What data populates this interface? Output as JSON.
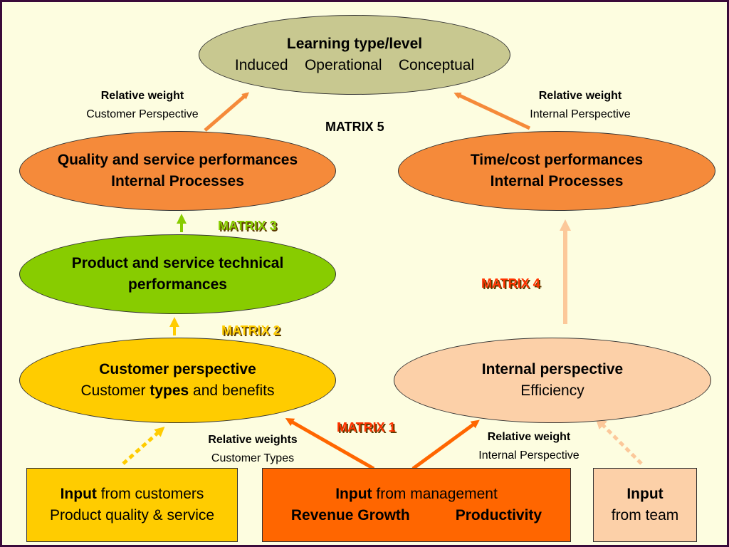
{
  "nodes": {
    "learning": {
      "title": "Learning type/level",
      "items": [
        "Induced",
        "Operational",
        "Conceptual"
      ]
    },
    "quality": {
      "line1": "Quality and service performances",
      "line2": "Internal Processes"
    },
    "timecost": {
      "line1": "Time/cost performances",
      "line2": "Internal Processes"
    },
    "product": {
      "line1": "Product and service technical",
      "line2": "performances"
    },
    "customer": {
      "line1": "Customer perspective",
      "line2_a": "Customer ",
      "line2_b": "types",
      "line2_c": " and benefits"
    },
    "internal": {
      "line1": "Internal perspective",
      "line2": "Efficiency"
    },
    "input_customers": {
      "bold": "Input",
      "rest": " from customers",
      "line2": "Product quality & service"
    },
    "input_management": {
      "bold": "Input",
      "rest": " from management",
      "left": "Revenue Growth",
      "right": "Productivity"
    },
    "input_team": {
      "line1": "Input",
      "line2": "from team"
    }
  },
  "labels": {
    "rw_customer": {
      "title": "Relative weight",
      "sub": "Customer Perspective"
    },
    "rw_internal_top": {
      "title": "Relative weight",
      "sub": "Internal Perspective"
    },
    "rw_customer_types": {
      "title": "Relative weights",
      "sub": "Customer Types"
    },
    "rw_internal_bottom": {
      "title": "Relative weight",
      "sub": "Internal Perspective"
    }
  },
  "matrices": {
    "m1": "MATRIX 1",
    "m2": "MATRIX 2",
    "m3": "MATRIX 3",
    "m4": "MATRIX 4",
    "m5": "MATRIX 5"
  },
  "colors": {
    "learning_fill": "#c8c890",
    "orange_fill": "#f58a3a",
    "green_fill": "#88cc00",
    "yellow_fill": "#ffcc00",
    "peach_fill": "#fcd0a8",
    "mgmt_fill": "#ff6600",
    "arrow_orange": "#f58a3a",
    "arrow_green": "#88cc00",
    "arrow_yellow": "#ffcc00",
    "arrow_peach": "#fcc89a",
    "matrix_red": "#ff3300",
    "matrix_yellow": "#ffcc00"
  }
}
